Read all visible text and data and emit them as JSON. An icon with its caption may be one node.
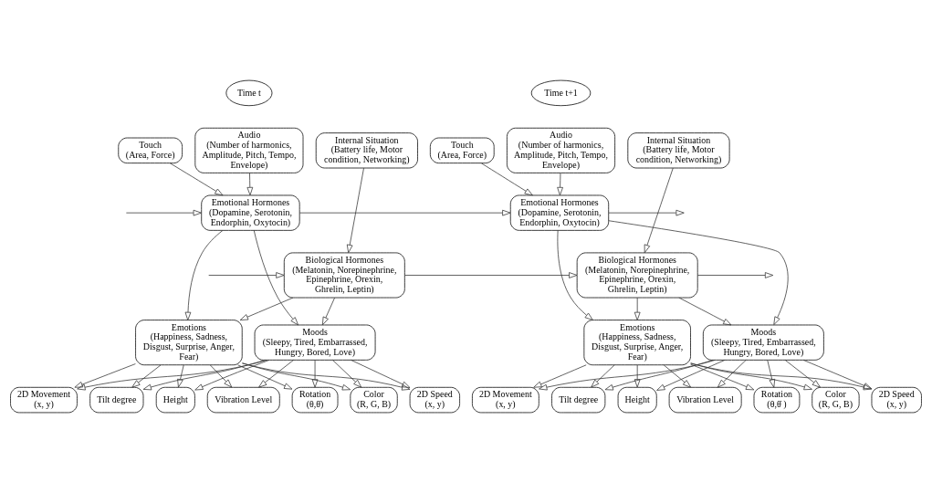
{
  "diagram": {
    "nodes": [
      {
        "text": [
          "Time t"
        ]
      },
      {
        "text": [
          "Touch",
          "(Area, Force)"
        ]
      },
      {
        "text": [
          "Audio",
          "(Number of harmonics, Amplitude, Pitch, Tempo, Envelope)"
        ]
      },
      {
        "text": [
          "Internal Situation",
          "(Battery life, Motor condition, Networking)"
        ]
      },
      {
        "text": [
          "Emotional Hormones",
          "(Dopamine, Serotonin, Endorphin, Oxytocin)"
        ]
      },
      {
        "text": [
          "Biological Hormones",
          "(Melatonin, Norepinephrine, Epinephrine, Orexin, Ghrelin, Leptin)"
        ]
      },
      {
        "text": [
          "Emotions",
          "(Happiness, Sadness, Disgust, Surprise, Anger, Fear)"
        ]
      },
      {
        "text": [
          "Moods",
          "(Sleepy, Tired, Embarrassed, Hungry, Bored, Love)"
        ]
      },
      {
        "text": [
          "Tilt degree"
        ]
      },
      {
        "text": [
          "Vibration Level"
        ]
      },
      {
        "text": [
          "Height"
        ]
      },
      {
        "text": [
          "Color",
          "(R, G, B)"
        ]
      },
      {
        "text": [
          "Rotation",
          "(θ,θ̇)"
        ]
      },
      {
        "text": [
          "2D Speed",
          "(x, y)"
        ]
      },
      {
        "text": [
          "2D Movement",
          "(x, y)"
        ]
      },
      {
        "text": [
          "Time t+1"
        ]
      },
      {
        "text": [
          "Touch",
          "(Area, Force)"
        ]
      },
      {
        "text": [
          "Audio",
          "(Number of harmonics, Amplitude, Pitch, Tempo, Envelope)"
        ]
      },
      {
        "text": [
          "Internal Situation",
          "(Battery life, Motor condition, Networking)"
        ]
      },
      {
        "text": [
          "Emotional Hormones",
          "(Dopamine, Serotonin, Endorphin, Oxytocin)"
        ]
      },
      {
        "text": [
          "Biological Hormones",
          "(Melatonin, Norepinephrine, Epinephrine, Orexin, Ghrelin, Leptin)"
        ]
      },
      {
        "text": [
          "Emotions",
          "(Happiness, Sadness, Disgust, Surprise, Anger, Fear)"
        ]
      },
      {
        "text": [
          "Moods",
          "(Sleepy, Tired, Embarrassed, Hungry, Bored, Love)"
        ]
      },
      {
        "text": [
          "Tilt degree"
        ]
      },
      {
        "text": [
          "Vibration Level"
        ]
      },
      {
        "text": [
          "Height"
        ]
      },
      {
        "text": [
          "Color",
          "(R, G, B)"
        ]
      },
      {
        "text": [
          "Rotation",
          "(θ,θ̇ )"
        ]
      },
      {
        "text": [
          "2D Speed",
          "(x, y)"
        ]
      },
      {
        "text": [
          "2D Movement",
          "(x, y)"
        ]
      }
    ],
    "edges": [
      {
        "from": 1,
        "to": 4,
        "arrow": "to"
      },
      {
        "from": 2,
        "to": 4,
        "arrow": "to"
      },
      {
        "from": 3,
        "to": 5,
        "arrow": "to"
      },
      {
        "from": null,
        "to": 4,
        "arrow": "to"
      },
      {
        "from": null,
        "to": 5,
        "arrow": "to"
      },
      {
        "from": 4,
        "to": 6,
        "arrow": "to"
      },
      {
        "from": 4,
        "to": 7,
        "arrow": "to"
      },
      {
        "from": 5,
        "to": 6,
        "arrow": "to"
      },
      {
        "from": 5,
        "to": 7,
        "arrow": "to"
      },
      {
        "from": 6,
        "to": 8,
        "arrow": "to"
      },
      {
        "from": 6,
        "to": 9,
        "arrow": "to"
      },
      {
        "from": 6,
        "to": 10,
        "arrow": "to"
      },
      {
        "from": 6,
        "to": 11,
        "arrow": "to"
      },
      {
        "from": 6,
        "to": 12,
        "arrow": "to"
      },
      {
        "from": 6,
        "to": 13,
        "arrow": "to"
      },
      {
        "from": 6,
        "to": 14,
        "arrow": "to"
      },
      {
        "from": 7,
        "to": 8,
        "arrow": "to"
      },
      {
        "from": 7,
        "to": 9,
        "arrow": "to"
      },
      {
        "from": 7,
        "to": 10,
        "arrow": "to"
      },
      {
        "from": 7,
        "to": 11,
        "arrow": "to"
      },
      {
        "from": 7,
        "to": 12,
        "arrow": "to"
      },
      {
        "from": 7,
        "to": 13,
        "arrow": "to"
      },
      {
        "from": 7,
        "to": 14,
        "arrow": "to"
      },
      {
        "from": 4,
        "to": 19,
        "arrow": "to"
      },
      {
        "from": 5,
        "to": 20,
        "arrow": "to"
      },
      {
        "from": 16,
        "to": 19,
        "arrow": "to"
      },
      {
        "from": 17,
        "to": 19,
        "arrow": "to"
      },
      {
        "from": 18,
        "to": 20,
        "arrow": "to"
      },
      {
        "from": 19,
        "to": null,
        "arrow": "to"
      },
      {
        "from": 20,
        "to": null,
        "arrow": "to"
      },
      {
        "from": 19,
        "to": 21,
        "arrow": "to"
      },
      {
        "from": 19,
        "to": 22,
        "arrow": "to"
      },
      {
        "from": 20,
        "to": 21,
        "arrow": "to"
      },
      {
        "from": 20,
        "to": 22,
        "arrow": "to"
      },
      {
        "from": 21,
        "to": 23,
        "arrow": "to"
      },
      {
        "from": 21,
        "to": 24,
        "arrow": "to"
      },
      {
        "from": 21,
        "to": 25,
        "arrow": "to"
      },
      {
        "from": 21,
        "to": 26,
        "arrow": "to"
      },
      {
        "from": 21,
        "to": 27,
        "arrow": "to"
      },
      {
        "from": 21,
        "to": 28,
        "arrow": "to"
      },
      {
        "from": 21,
        "to": 29,
        "arrow": "to"
      },
      {
        "from": 22,
        "to": 23,
        "arrow": "to"
      },
      {
        "from": 22,
        "to": 24,
        "arrow": "to"
      },
      {
        "from": 22,
        "to": 25,
        "arrow": "to"
      },
      {
        "from": 22,
        "to": 26,
        "arrow": "to"
      },
      {
        "from": 22,
        "to": 27,
        "arrow": "to"
      },
      {
        "from": 22,
        "to": 28,
        "arrow": "to"
      },
      {
        "from": 22,
        "to": 29,
        "arrow": "to"
      }
    ]
  }
}
